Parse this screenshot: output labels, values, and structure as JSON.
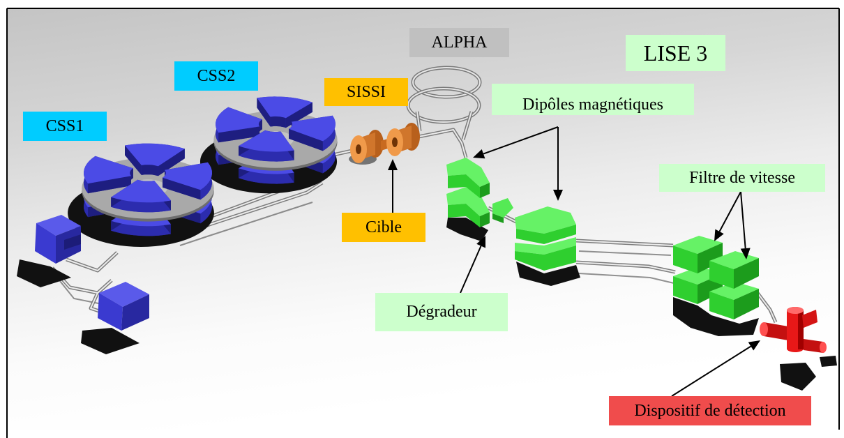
{
  "labels": {
    "alpha": "ALPHA",
    "lise3": "LISE 3",
    "css2": "CSS2",
    "sissi": "SISSI",
    "dipoles": "Dipôles magnétiques",
    "css1": "CSS1",
    "filtre": "Filtre de vitesse",
    "cible": "Cible",
    "degradeur": "Dégradeur",
    "detection": "Dispositif de détection"
  },
  "colors": {
    "alpha_box": "#c0c0c0",
    "lise_box": "#ccffcc",
    "css_box": "#00ccff",
    "sissi_box": "#ffc000",
    "detection_box": "#f04c4c",
    "cyclotron_blue": "#4b4be6",
    "dipole_green": "#44e044",
    "solenoid_orange": "#e07a2a",
    "detector_red": "#e81818"
  }
}
